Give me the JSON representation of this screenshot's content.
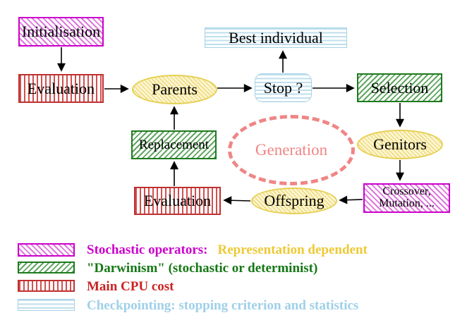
{
  "diagram": {
    "title_hint": "Evolutionary algorithm generation loop",
    "nodes": {
      "initialisation": {
        "label": "Initialisation",
        "style": "stochastic-operator"
      },
      "evaluation_top": {
        "label": "Evaluation",
        "style": "main-cpu-cost"
      },
      "parents": {
        "label": "Parents",
        "style": "population"
      },
      "best_individual": {
        "label": "Best individual",
        "style": "checkpointing"
      },
      "stop": {
        "label": "Stop ?",
        "style": "checkpointing"
      },
      "selection": {
        "label": "Selection",
        "style": "darwinism"
      },
      "genitors": {
        "label": "Genitors",
        "style": "population"
      },
      "crossover_mutation": {
        "label_line1": "Crossover,",
        "label_line2": "Mutation, ...",
        "style": "stochastic-operator"
      },
      "offspring": {
        "label": "Offspring",
        "style": "population"
      },
      "evaluation_bottom": {
        "label": "Evaluation",
        "style": "main-cpu-cost"
      },
      "replacement": {
        "label": "Replacement",
        "style": "darwinism"
      },
      "generation": {
        "label": "Generation",
        "style": "loop-annotation"
      }
    },
    "edges": [
      {
        "from": "initialisation",
        "to": "evaluation_top"
      },
      {
        "from": "evaluation_top",
        "to": "parents"
      },
      {
        "from": "parents",
        "to": "stop"
      },
      {
        "from": "stop",
        "to": "best_individual"
      },
      {
        "from": "stop",
        "to": "selection"
      },
      {
        "from": "selection",
        "to": "genitors"
      },
      {
        "from": "genitors",
        "to": "crossover_mutation"
      },
      {
        "from": "crossover_mutation",
        "to": "offspring"
      },
      {
        "from": "offspring",
        "to": "evaluation_bottom"
      },
      {
        "from": "evaluation_bottom",
        "to": "replacement"
      },
      {
        "from": "replacement",
        "to": "parents"
      }
    ],
    "legend": {
      "items": [
        {
          "swatch": "magenta-diagonal-hatch",
          "segments": [
            {
              "text": "Stochastic operators:",
              "color": "#cc00cc"
            },
            {
              "text": "Representation dependent",
              "color": "#edc935"
            }
          ]
        },
        {
          "swatch": "green-diagonal-hatch",
          "segments": [
            {
              "text": "\"Darwinism\" (stochastic or determinist)",
              "color": "#157815"
            }
          ]
        },
        {
          "swatch": "red-vertical-stripes",
          "segments": [
            {
              "text": "Main CPU cost",
              "color": "#cc2222"
            }
          ]
        },
        {
          "swatch": "blue-horizontal-stripes",
          "segments": [
            {
              "text": "Checkpointing: stopping criterion and statistics",
              "color": "#9fd0e8"
            }
          ]
        }
      ]
    },
    "colors": {
      "stochastic_operator_border": "#cc00cc",
      "darwinism_border": "#1e7a1e",
      "main_cpu_border": "#c03030",
      "checkpointing_border": "#a6d2e4",
      "population_border": "#e6d055",
      "generation_loop": "#f08585",
      "arrow": "#000000",
      "background": "#ffffff"
    }
  }
}
